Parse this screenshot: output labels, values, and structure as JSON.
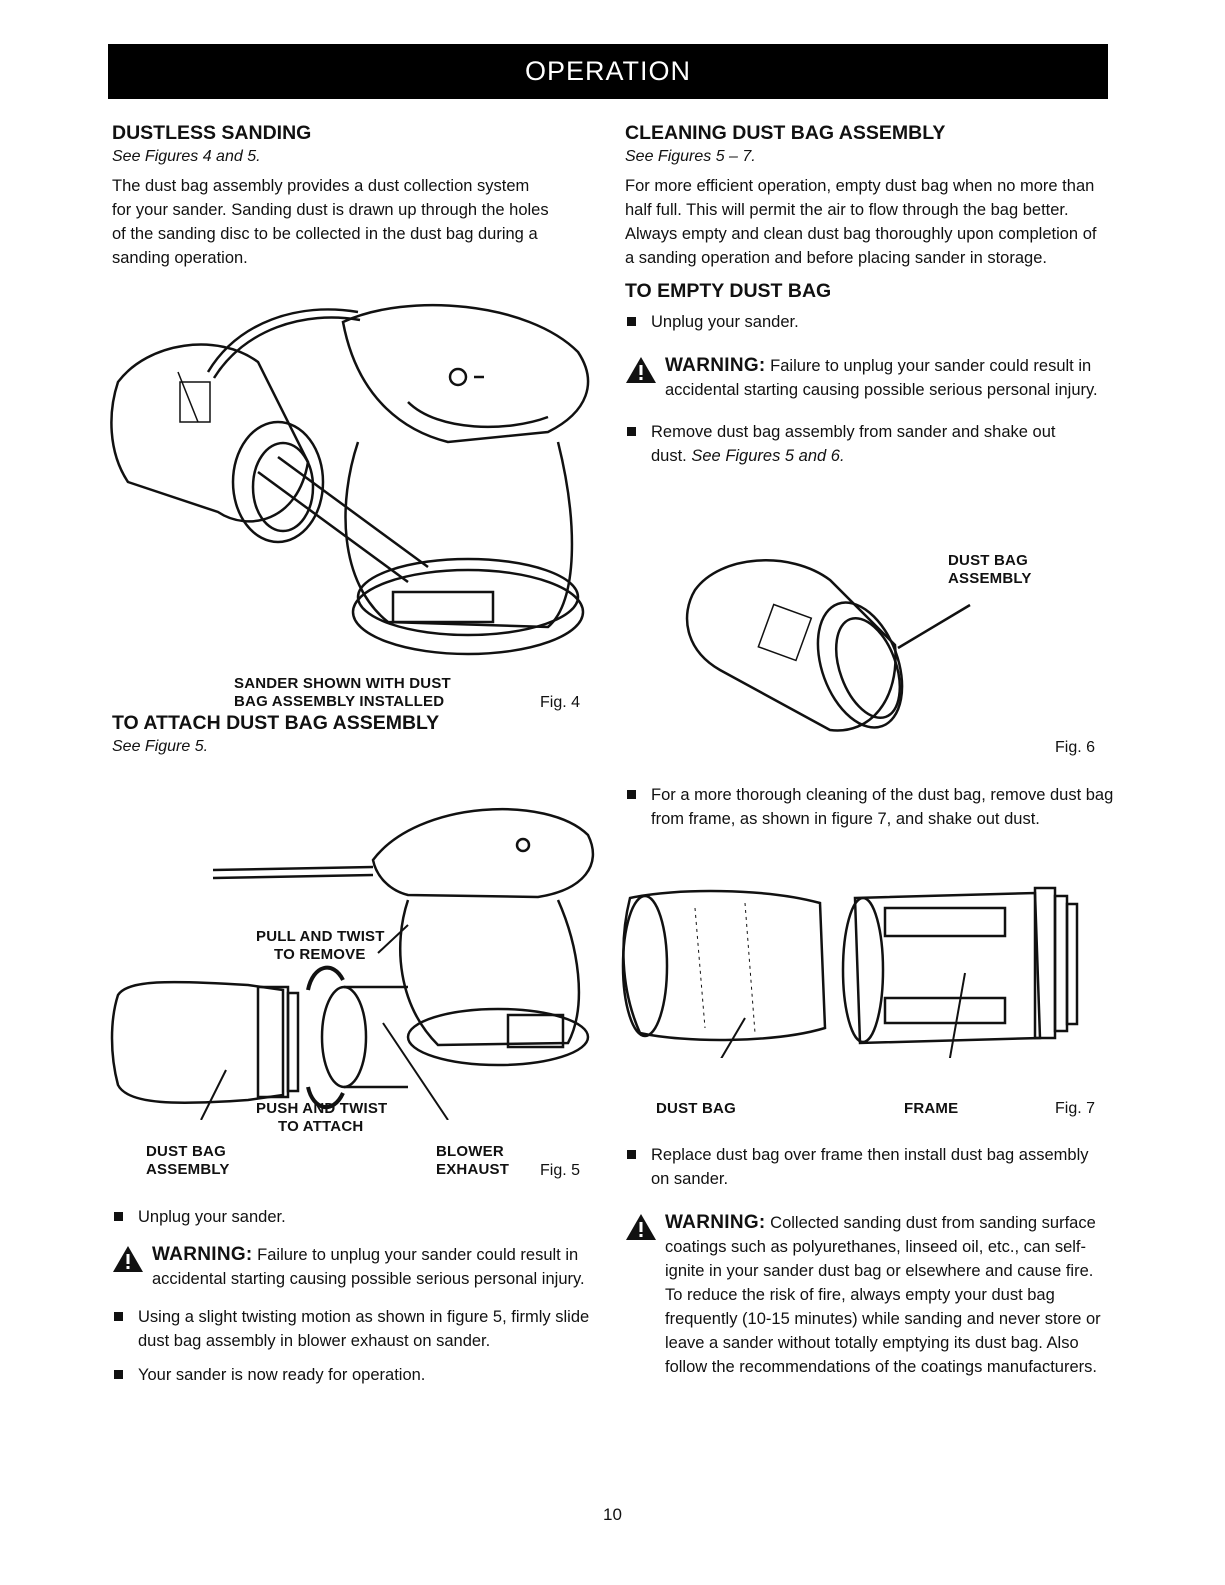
{
  "header": {
    "title": "OPERATION"
  },
  "left": {
    "s1_heading": "DUSTLESS SANDING",
    "s1_see": "See Figures 4 and 5.",
    "s1_body": "The dust bag assembly provides a dust collection system for your sander. Sanding dust is drawn up through the holes of the sanding disc to be collected in the dust bag during a sanding operation.",
    "fig4_caption_1": "SANDER SHOWN WITH DUST",
    "fig4_caption_2": "BAG ASSEMBLY INSTALLED",
    "fig4_label": "Fig. 4",
    "s2_heading": "TO ATTACH DUST BAG ASSEMBLY",
    "s2_see": "See Figure 5.",
    "fig5_pull_1": "PULL AND TWIST",
    "fig5_pull_2": "TO REMOVE",
    "fig5_push_1": "PUSH AND TWIST",
    "fig5_push_2": "TO ATTACH",
    "fig5_dust_1": "DUST BAG",
    "fig5_dust_2": "ASSEMBLY",
    "fig5_blower_1": "BLOWER",
    "fig5_blower_2": "EXHAUST",
    "fig5_label": "Fig. 5",
    "bullet_unplug": "Unplug your sander.",
    "warning_label": "WARNING:",
    "warning_text": "Failure to unplug your sander could result in accidental starting causing possible serious personal injury.",
    "bullet_slide": "Using a slight twisting motion as shown in figure 5, firmly slide dust bag assembly in blower exhaust on sander.",
    "bullet_ready": "Your sander is now ready for operation."
  },
  "right": {
    "s1_heading": "CLEANING DUST BAG ASSEMBLY",
    "s1_see": "See Figures 5 – 7.",
    "s1_body": "For more efficient operation, empty dust bag when no more than half full. This will permit the air to flow through the bag better. Always empty and clean dust bag thoroughly upon completion of a sanding operation and before placing sander in storage.",
    "s2_heading": "TO EMPTY DUST BAG",
    "bullet_unplug": "Unplug your sander.",
    "warning1_label": "WARNING:",
    "warning1_text": "Failure to unplug your sander could result in accidental starting causing possible serious personal injury.",
    "bullet_remove_text": "Remove dust bag assembly from sander and shake out dust.",
    "bullet_remove_see": "See Figures 5 and 6.",
    "fig6_callout_1": "DUST BAG",
    "fig6_callout_2": "ASSEMBLY",
    "fig6_label": "Fig. 6",
    "bullet_thorough": "For a more thorough cleaning of the dust bag, remove dust bag from frame, as shown in figure 7, and shake out dust.",
    "fig7_dust": "DUST BAG",
    "fig7_frame": "FRAME",
    "fig7_label": "Fig. 7",
    "bullet_replace": "Replace dust bag over frame then install dust bag assembly on sander.",
    "warning2_label": "WARNING:",
    "warning2_text": "Collected sanding dust from sanding surface coatings such as polyurethanes, linseed oil, etc., can self-ignite in your sander dust bag or elsewhere and cause fire. To reduce the risk of fire, always empty your dust bag frequently (10-15 minutes) while sanding and never store or leave a sander without totally emptying its dust bag. Also follow the recommendations of the coatings manufacturers."
  },
  "footer": {
    "page_number": "10"
  }
}
